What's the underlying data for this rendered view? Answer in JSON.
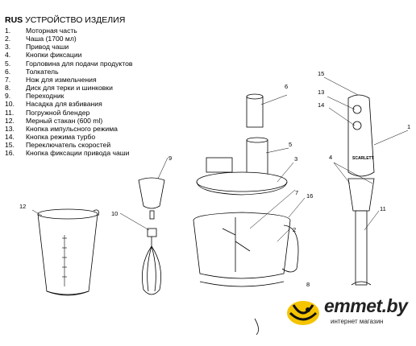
{
  "heading": {
    "lang": "RUS",
    "title": "УСТРОЙСТВО ИЗДЕЛИЯ"
  },
  "parts": [
    {
      "num": "1.",
      "label": "Моторная часть"
    },
    {
      "num": "2.",
      "label": "Чаша (1700 мл)"
    },
    {
      "num": "3.",
      "label": "Привод чаши"
    },
    {
      "num": "4.",
      "label": "Кнопки фиксации"
    },
    {
      "num": "5.",
      "label": "Горловина для подачи продуктов"
    },
    {
      "num": "6.",
      "label": "Толкатель"
    },
    {
      "num": "7.",
      "label": "Нож для измельчения"
    },
    {
      "num": "8.",
      "label": "Диск для  терки и шинковки"
    },
    {
      "num": "9.",
      "label": "Переходник"
    },
    {
      "num": "10.",
      "label": "Насадка для взбивания"
    },
    {
      "num": "11.",
      "label": "Погружной блендер"
    },
    {
      "num": "12.",
      "label": "Мерный стакан (600 ml)"
    },
    {
      "num": "13.",
      "label": "Кнопка импульсного режима"
    },
    {
      "num": "14.",
      "label": "Кнопка режима турбо"
    },
    {
      "num": "15.",
      "label": "Переключатель скоростей"
    },
    {
      "num": "16.",
      "label": "Кнопка фиксации привода чаши"
    }
  ],
  "callouts": {
    "c1": "1",
    "c2": "2",
    "c3": "3",
    "c4": "4",
    "c5": "5",
    "c6": "6",
    "c7": "7",
    "c8": "8",
    "c9": "9",
    "c10": "10",
    "c11": "11",
    "c12": "12",
    "c13": "13",
    "c14": "14",
    "c15": "15",
    "c16": "16"
  },
  "blender_brand": "SCARLETT",
  "watermark": {
    "name": "emmet.by",
    "tagline": "интернет магазин",
    "accent": "#f5c400"
  }
}
